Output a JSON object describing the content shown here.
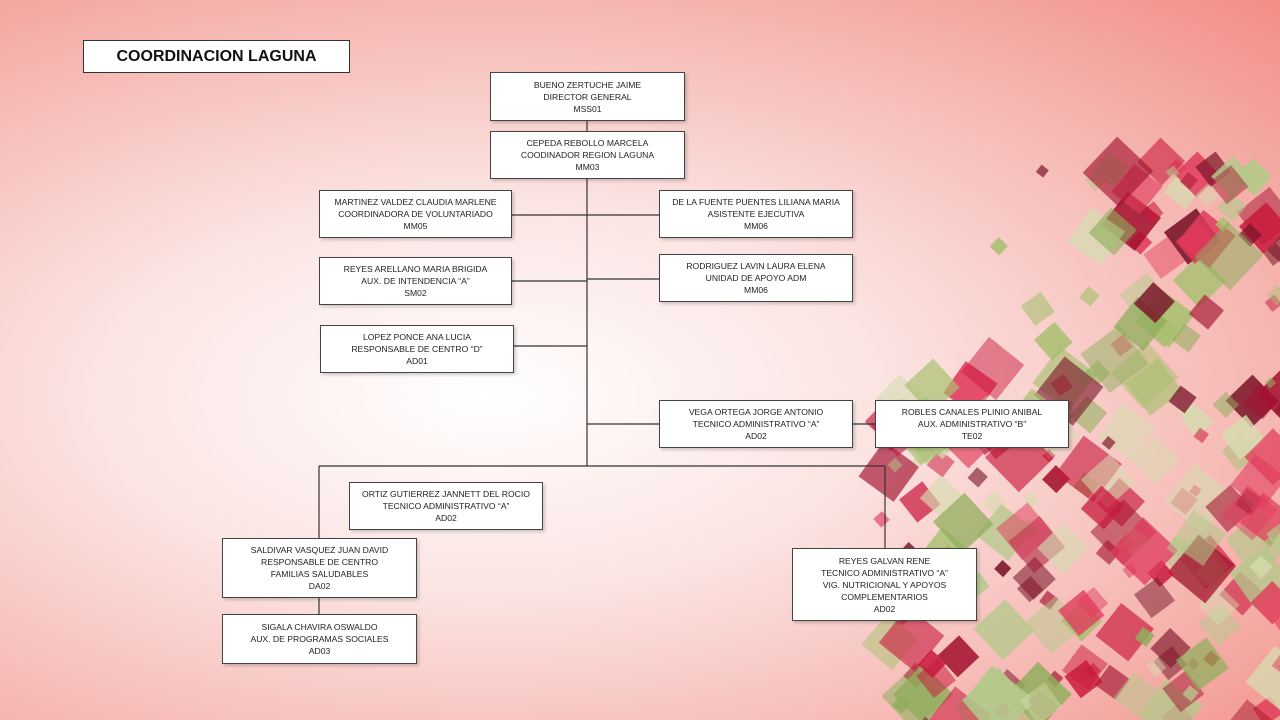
{
  "title": "COORDINACION LAGUNA",
  "colors": {
    "line": "#333333",
    "box_border": "#444444",
    "decor_red": "#c8183c",
    "decor_green": "#8fae5c"
  },
  "nodes": {
    "n1": {
      "l1": "BUENO ZERTUCHE JAIME",
      "l2": "DIRECTOR GENERAL",
      "l3": "MSS01"
    },
    "n2": {
      "l1": "CEPEDA REBOLLO MARCELA",
      "l2": "COODINADOR REGION LAGUNA",
      "l3": "MM03"
    },
    "n3": {
      "l1": "MARTINEZ VALDEZ CLAUDIA MARLENE",
      "l2": "COORDINADORA DE VOLUNTARIADO",
      "l3": "MM05"
    },
    "n4": {
      "l1": "DE LA FUENTE PUENTES LILIANA MARIA",
      "l2": "ASISTENTE EJECUTIVA",
      "l3": "MM06"
    },
    "n5": {
      "l1": "REYES ARELLANO MARIA BRIGIDA",
      "l2": "AUX. DE INTENDENCIA “A”",
      "l3": "SM02"
    },
    "n6": {
      "l1": "RODRIGUEZ LAVIN LAURA ELENA",
      "l2": "UNIDAD DE APOYO ADM",
      "l3": "MM06"
    },
    "n7": {
      "l1": "LOPEZ PONCE ANA LUCIA",
      "l2": "RESPONSABLE DE CENTRO “D”",
      "l3": "AD01"
    },
    "n8": {
      "l1": "VEGA ORTEGA JORGE ANTONIO",
      "l2": "TECNICO ADMINISTRATIVO “A”",
      "l3": "AD02"
    },
    "n9": {
      "l1": "ROBLES CANALES PLINIO ANIBAL",
      "l2": "AUX. ADMINISTRATIVO “B”",
      "l3": "TE02"
    },
    "n10": {
      "l1": "ORTIZ GUTIERREZ JANNETT DEL ROCIO",
      "l2": "TECNICO ADMINISTRATIVO “A”",
      "l3": "AD02"
    },
    "n11": {
      "l1": "SALDIVAR VASQUEZ JUAN DAVID",
      "l2": "RESPONSABLE DE CENTRO",
      "l3": "FAMILIAS SALUDABLES",
      "l4": "DA02"
    },
    "n12": {
      "l1": "REYES GALVAN RENE",
      "l2": "TECNICO ADMINISTRATIVO “A”",
      "l3": "VIG. NUTRICIONAL Y APOYOS",
      "l4": "COMPLEMENTARIOS",
      "l5": "AD02"
    },
    "n13": {
      "l1": "SIGALA CHAVIRA OSWALDO",
      "l2": "AUX. DE PROGRAMAS SOCIALES",
      "l3": "AD03"
    }
  }
}
